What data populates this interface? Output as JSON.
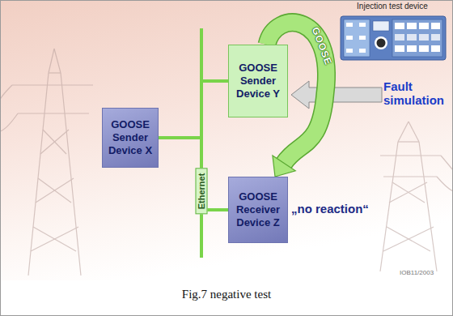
{
  "diagram": {
    "caption": "Fig.7 negative test",
    "nodes": [
      {
        "text": [
          "GOOSE Sender Device X"
        ]
      },
      {
        "text": [
          "GOOSE Sender Device Y"
        ]
      },
      {
        "text": [
          "GOOSE Receiver Device Z"
        ]
      },
      {
        "text": [
          "Injection test device"
        ]
      }
    ],
    "edges": [
      {
        "from": 0,
        "to": 1,
        "arrow": "none"
      },
      {
        "from": 0,
        "to": 2,
        "arrow": "none"
      },
      {
        "from": 1,
        "to": 2,
        "arrow": "none"
      },
      {
        "from": 1,
        "to": 2,
        "label": "GOOSE",
        "arrow": "to"
      }
    ],
    "labels": [
      "Ethernet",
      "Fault simulation",
      "„no reaction“",
      "IOB11/2003"
    ]
  }
}
